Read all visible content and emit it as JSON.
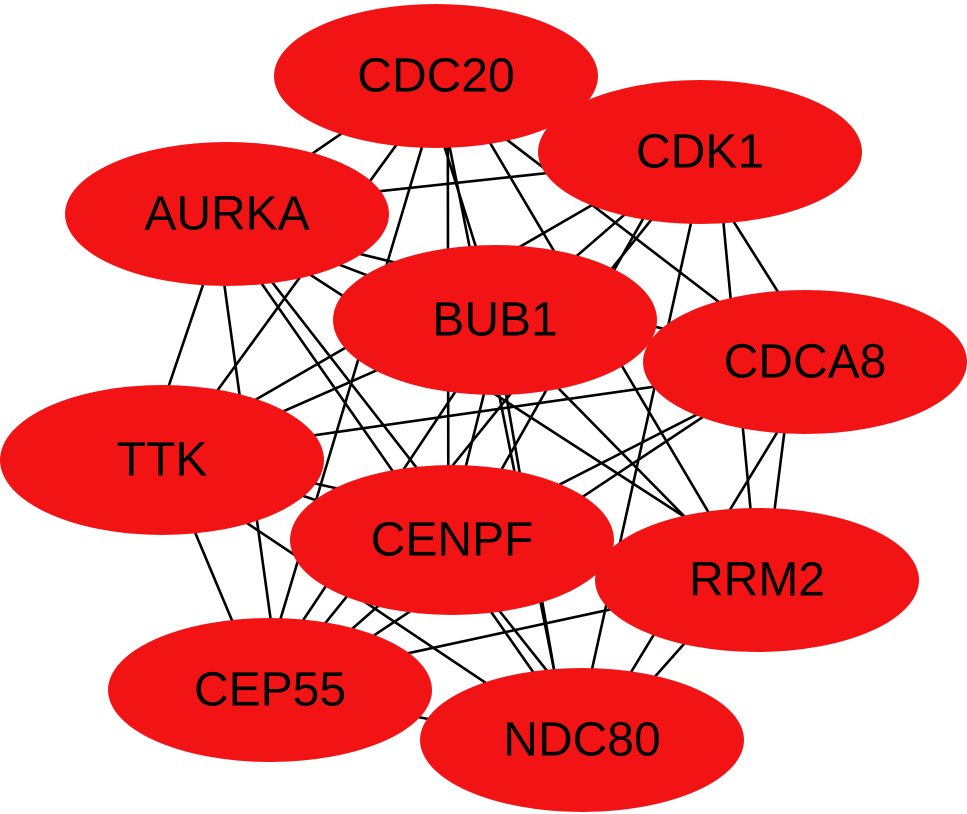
{
  "diagram": {
    "type": "network",
    "node_color": "#f21414",
    "edge_color": "#000000",
    "label_color": "#000000",
    "nodes": [
      {
        "id": "CDC20",
        "label": "CDC20"
      },
      {
        "id": "CDK1",
        "label": "CDK1"
      },
      {
        "id": "AURKA",
        "label": "AURKA"
      },
      {
        "id": "BUB1",
        "label": "BUB1"
      },
      {
        "id": "CDCA8",
        "label": "CDCA8"
      },
      {
        "id": "TTK",
        "label": "TTK"
      },
      {
        "id": "CENPF",
        "label": "CENPF"
      },
      {
        "id": "RRM2",
        "label": "RRM2"
      },
      {
        "id": "CEP55",
        "label": "CEP55"
      },
      {
        "id": "NDC80",
        "label": "NDC80"
      }
    ],
    "edges": [
      [
        "CDC20",
        "CDK1"
      ],
      [
        "CDC20",
        "AURKA"
      ],
      [
        "CDC20",
        "BUB1"
      ],
      [
        "CDC20",
        "CDCA8"
      ],
      [
        "CDC20",
        "TTK"
      ],
      [
        "CDC20",
        "CENPF"
      ],
      [
        "CDC20",
        "RRM2"
      ],
      [
        "CDC20",
        "CEP55"
      ],
      [
        "CDC20",
        "NDC80"
      ],
      [
        "CDK1",
        "AURKA"
      ],
      [
        "CDK1",
        "BUB1"
      ],
      [
        "CDK1",
        "CDCA8"
      ],
      [
        "CDK1",
        "TTK"
      ],
      [
        "CDK1",
        "CENPF"
      ],
      [
        "CDK1",
        "RRM2"
      ],
      [
        "CDK1",
        "CEP55"
      ],
      [
        "CDK1",
        "NDC80"
      ],
      [
        "AURKA",
        "BUB1"
      ],
      [
        "AURKA",
        "CDCA8"
      ],
      [
        "AURKA",
        "TTK"
      ],
      [
        "AURKA",
        "CENPF"
      ],
      [
        "AURKA",
        "RRM2"
      ],
      [
        "AURKA",
        "CEP55"
      ],
      [
        "AURKA",
        "NDC80"
      ],
      [
        "BUB1",
        "CDCA8"
      ],
      [
        "BUB1",
        "TTK"
      ],
      [
        "BUB1",
        "CENPF"
      ],
      [
        "BUB1",
        "RRM2"
      ],
      [
        "BUB1",
        "CEP55"
      ],
      [
        "BUB1",
        "NDC80"
      ],
      [
        "CDCA8",
        "TTK"
      ],
      [
        "CDCA8",
        "CENPF"
      ],
      [
        "CDCA8",
        "RRM2"
      ],
      [
        "CDCA8",
        "CEP55"
      ],
      [
        "CDCA8",
        "NDC80"
      ],
      [
        "TTK",
        "CENPF"
      ],
      [
        "TTK",
        "RRM2"
      ],
      [
        "TTK",
        "CEP55"
      ],
      [
        "TTK",
        "NDC80"
      ],
      [
        "CENPF",
        "RRM2"
      ],
      [
        "CENPF",
        "CEP55"
      ],
      [
        "CENPF",
        "NDC80"
      ],
      [
        "RRM2",
        "CEP55"
      ],
      [
        "RRM2",
        "NDC80"
      ],
      [
        "CEP55",
        "NDC80"
      ]
    ]
  }
}
